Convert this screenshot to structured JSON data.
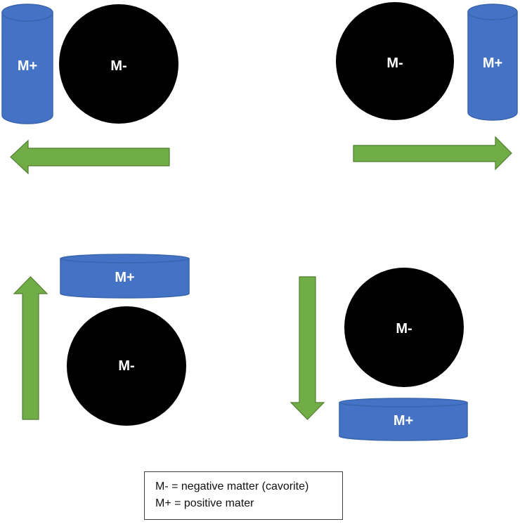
{
  "colors": {
    "cylinder_fill": "#4472c4",
    "cylinder_stroke": "#3a64ae",
    "sphere_fill": "#000000",
    "arrow_fill": "#70ad47",
    "arrow_stroke": "#507e32",
    "label_text": "#ffffff"
  },
  "panels": {
    "top_left": {
      "positive_label": "M+",
      "negative_label": "M-",
      "arrow_direction": "left",
      "cylinder_orientation": "vertical"
    },
    "top_right": {
      "positive_label": "M+",
      "negative_label": "M-",
      "arrow_direction": "right",
      "cylinder_orientation": "vertical"
    },
    "bottom_left": {
      "positive_label": "M+",
      "negative_label": "M-",
      "arrow_direction": "up",
      "cylinder_orientation": "horizontal"
    },
    "bottom_right": {
      "positive_label": "M+",
      "negative_label": "M-",
      "arrow_direction": "down",
      "cylinder_orientation": "horizontal"
    }
  },
  "legend": {
    "line1": "M- = negative matter (cavorite)",
    "line2": "M+ = positive mater"
  }
}
